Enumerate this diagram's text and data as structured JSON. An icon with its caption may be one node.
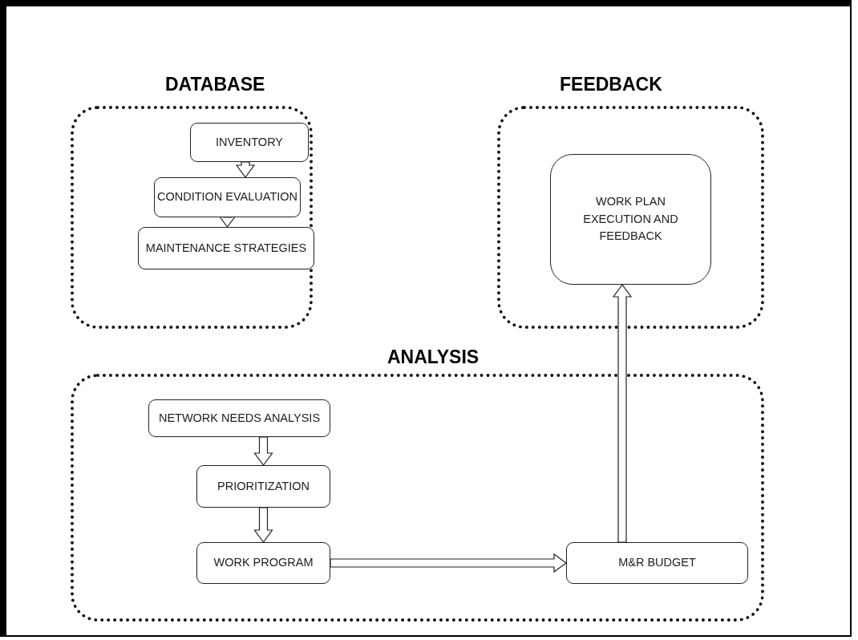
{
  "diagram": {
    "nodes": [
      {
        "text": [
          "DATABASE"
        ]
      },
      {
        "text": [
          "INVENTORY"
        ],
        "in": 0
      },
      {
        "text": [
          "CONDITION EVALUATION"
        ],
        "in": 0
      },
      {
        "text": [
          "MAINTENANCE STRATEGIES"
        ],
        "in": 0
      },
      {
        "text": [
          "FEEDBACK"
        ]
      },
      {
        "text": [
          "WORK PLAN EXECUTION AND FEEDBACK"
        ],
        "in": 4
      },
      {
        "text": [
          "ANALYSIS"
        ]
      },
      {
        "text": [
          "NETWORK NEEDS ANALYSIS"
        ],
        "in": 6
      },
      {
        "text": [
          "PRIORITIZATION"
        ],
        "in": 6
      },
      {
        "text": [
          "WORK PROGRAM"
        ],
        "in": 6
      },
      {
        "text": [
          "M&R BUDGET"
        ],
        "in": 6
      }
    ],
    "edges": [
      {
        "from": 1,
        "to": 2,
        "arrow": "to"
      },
      {
        "from": 2,
        "to": 3,
        "arrow": "to"
      },
      {
        "from": 7,
        "to": 8,
        "arrow": "to"
      },
      {
        "from": 8,
        "to": 9,
        "arrow": "to"
      },
      {
        "from": 9,
        "to": 10,
        "arrow": "to"
      },
      {
        "from": 10,
        "to": 5,
        "arrow": "to"
      }
    ]
  }
}
